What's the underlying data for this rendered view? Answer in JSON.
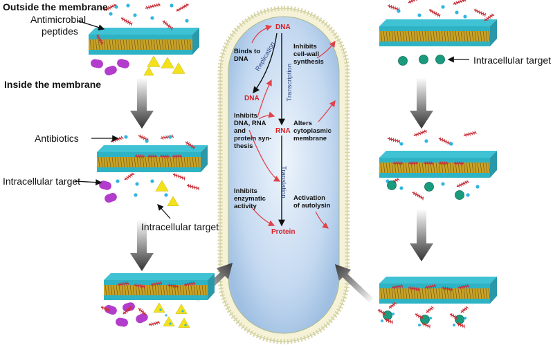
{
  "labels": {
    "outside": "Outside the membrane",
    "inside": "Inside the membrane",
    "amp_line1": "Antimicrobial",
    "amp_line2": "peptides",
    "antibiotics": "Antibiotics",
    "intracellular_left": "Intracellular target",
    "intracellular_bottom": "Intracellular target",
    "intracellular_right": "Intracellular target"
  },
  "cell": {
    "dna_top": "DNA",
    "dna_left": "DNA",
    "rna": "RNA",
    "protein": "Protein",
    "replication": "Replication",
    "transcription": "Transcription",
    "translation": "Translation",
    "binds_to_dna": [
      "Binds to",
      "DNA"
    ],
    "inhibits_cell_wall": [
      "Inhibits",
      "cell-wall",
      "synthesis"
    ],
    "inhibits_synthesis": [
      "Inhibits",
      "DNA, RNA",
      "and",
      "protein syn-",
      "thesis"
    ],
    "alters_membrane": [
      "Alters",
      "cytoplasmic",
      "membrane"
    ],
    "inhibits_enzymatic": [
      "Inhibits",
      "enzymatic",
      "activity"
    ],
    "activation_autolysin": [
      "Activation",
      "of autolysin"
    ]
  },
  "colors": {
    "membrane_head": "#2eb3c4",
    "membrane_tail": "#c9a227",
    "peptide": "#c8323a",
    "dot": "#2fb6e0",
    "purple_target": "#b23ccb",
    "yellow_target": "#f3e21b",
    "teal_target": "#1a9b7e",
    "arrow_red": "#e0424a",
    "cell_fill": "#c7dcf2",
    "cell_border": "#eeeacc"
  }
}
